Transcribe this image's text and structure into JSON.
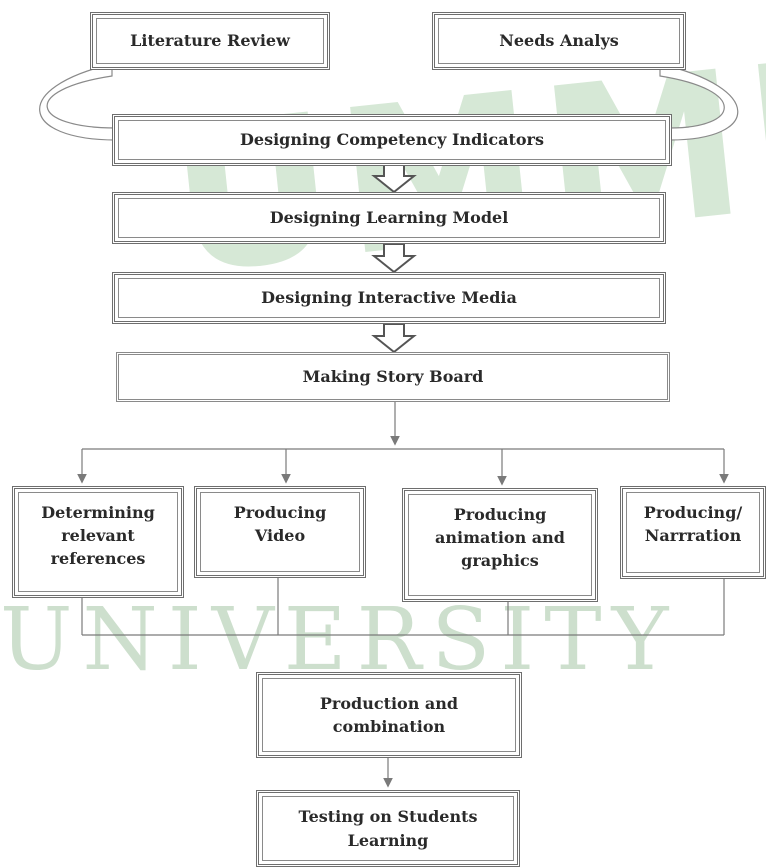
{
  "nodes": {
    "literature_review": "Literature Review",
    "needs_analysis": "Needs Analys",
    "designing_competency_indicators": "Designing Competency Indicators",
    "designing_learning_model": "Designing Learning Model",
    "designing_interactive_media": "Designing Interactive Media",
    "making_story_board": "Making Story Board",
    "determining_relevant_references": "Determining\nrelevant\nreferences",
    "producing_video": "Producing\nVideo",
    "producing_animation_graphics": "Producing\nanimation and\ngraphics",
    "producing_narration": "Producing/\nNarrration",
    "production_combination": "Production  and\ncombination",
    "testing_students_learning": "Testing on Students\nLearning"
  },
  "watermark": {
    "main": "UMMEO",
    "university": "UNIVERSITY"
  },
  "colors": {
    "border": "#6e6e6e",
    "arrow": "#7a7a7a",
    "watermark": "#d6e8d6"
  }
}
